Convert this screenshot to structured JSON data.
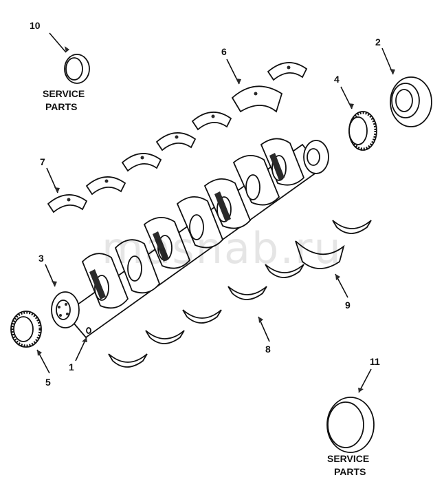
{
  "diagram": {
    "callouts": [
      {
        "id": "c1",
        "text": "1"
      },
      {
        "id": "c2",
        "text": "2"
      },
      {
        "id": "c3",
        "text": "3"
      },
      {
        "id": "c4",
        "text": "4"
      },
      {
        "id": "c5",
        "text": "5"
      },
      {
        "id": "c6",
        "text": "6"
      },
      {
        "id": "c7",
        "text": "7"
      },
      {
        "id": "c8",
        "text": "8"
      },
      {
        "id": "c9",
        "text": "9"
      },
      {
        "id": "c10",
        "text": "10"
      },
      {
        "id": "c11",
        "text": "11"
      }
    ],
    "service_label_line1": "SERVICE",
    "service_label_line2": "PARTS",
    "watermark": "masnab.ru"
  }
}
